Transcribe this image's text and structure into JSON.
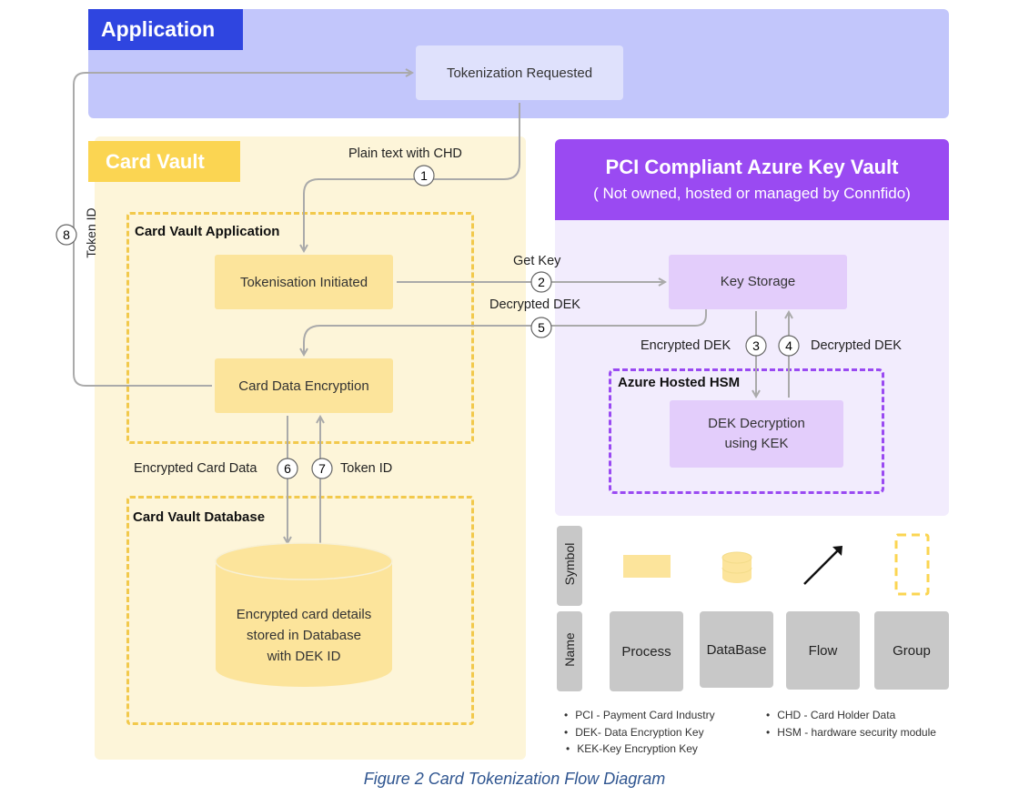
{
  "regions": {
    "application": "Application",
    "card_vault": "Card Vault",
    "key_vault_title": "PCI Compliant Azure Key Vault",
    "key_vault_subtitle": "( Not owned, hosted or managed by Connfido)"
  },
  "groups": {
    "card_vault_app": "Card Vault Application",
    "card_vault_db": "Card Vault Database",
    "azure_hsm": "Azure Hosted HSM"
  },
  "nodes": {
    "tokenization_requested": "Tokenization Requested",
    "tokenisation_initiated": "Tokenisation Initiated",
    "card_data_encryption": "Card Data Encryption",
    "key_storage": "Key Storage",
    "dek_decryption_line1": "DEK Decryption",
    "dek_decryption_line2": "using KEK",
    "db_line1": "Encrypted card details",
    "db_line2": "stored in Database",
    "db_line3": "with DEK ID"
  },
  "flows": [
    {
      "step": "1",
      "label": "Plain text  with CHD"
    },
    {
      "step": "2",
      "label": "Get Key"
    },
    {
      "step": "3",
      "label": "Encrypted DEK"
    },
    {
      "step": "4",
      "label": "Decrypted DEK"
    },
    {
      "step": "5",
      "label": "Decrypted DEK"
    },
    {
      "step": "6",
      "label": "Encrypted Card Data"
    },
    {
      "step": "7",
      "label": "Token ID"
    },
    {
      "step": "8",
      "label": "Token ID"
    }
  ],
  "legend": {
    "symbol_label": "Symbol",
    "name_label": "Name",
    "items": [
      "Process",
      "DataBase",
      "Flow",
      "Group"
    ]
  },
  "notes": [
    "PCI - Payment Card Industry",
    "DEK- Data Encryption Key",
    "KEK-Key Encryption Key",
    "CHD - Card Holder Data",
    "HSM - hardware security module"
  ],
  "caption": "Figure 2 Card Tokenization Flow Diagram",
  "colors": {
    "application_title": "#2f45e0",
    "application_bg": "#c2c6fb",
    "card_vault_title": "#fbd552",
    "card_vault_bg": "#fdf5d9",
    "key_vault_header": "#9a4af2",
    "key_vault_bg": "#f2ecfd",
    "flow_line": "#aaaaaa"
  }
}
